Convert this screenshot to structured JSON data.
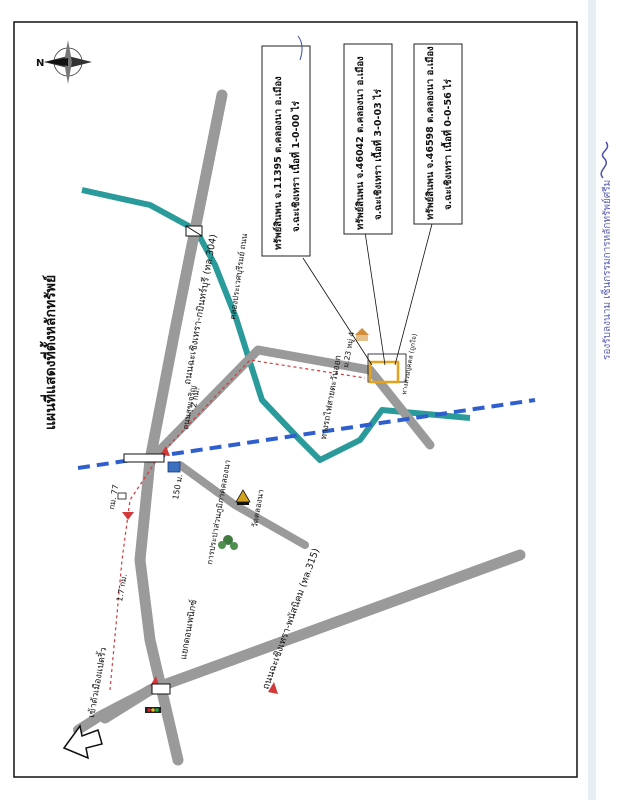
{
  "map": {
    "title": "แผนที่แสดงที่ตั้งหลักทรัพย์",
    "north": "N",
    "roads": {
      "main": "ถนนฉะเชิงเทรา-กบินทร์บุรี (ทล.304)",
      "second": "ถนนฉะเชิงเทรา-พนัสนิคม (ทล.315)",
      "soi": "ถนนสุขเจริญ",
      "canal_road": "คลองประเวศบุรีรมย์ ถนน"
    },
    "railway": "ทางรถไฟสายตะวันออก",
    "landmarks": {
      "wat": "วัดคลองนา",
      "pea": "การประปาส่วนภูมิภาคคลองนา",
      "intersection": "แยกดอนเพนิกซ์",
      "city_arrow": "เข้าตัวเมืองแปดริ้ว",
      "site": "ทางส่วนบุคคล (ถูกใจ)",
      "moo": "ม.23 หมู่ 4"
    },
    "distances": {
      "km77": "กม. 77",
      "d150": "150 ม.",
      "d2km": "2 กม.",
      "d17km": "1.7 กม."
    },
    "deeds": [
      {
        "line1": "ทรัพย์สินพน จ.11395 ต.คลองนา อ.เมือง",
        "line2": "จ.ฉะเชิงเทรา เนื้อที่ 1-0-00 ไร่"
      },
      {
        "line1": "ทรัพย์สินพน จ.46042 ต.คลองนา อ.เมือง",
        "line2": "จ.ฉะเชิงเทรา เนื้อที่ 3-0-03 ไร่"
      },
      {
        "line1": "ทรัพย์สินพน จ.46598 ต.คลองนา อ.เมือง",
        "line2": "จ.ฉะเชิงเทรา เนื้อที่ 0-0-56 ไร่"
      }
    ],
    "signature_text": "รองรับลงนาม เซ็นกรรมการหลักทรัพย์ศรีม",
    "colors": {
      "road": "#9a9a9a",
      "canal": "#2a9a9a",
      "rail": "#2f5fcf",
      "route": "#d23a3a",
      "site": "#e6a21a"
    }
  }
}
